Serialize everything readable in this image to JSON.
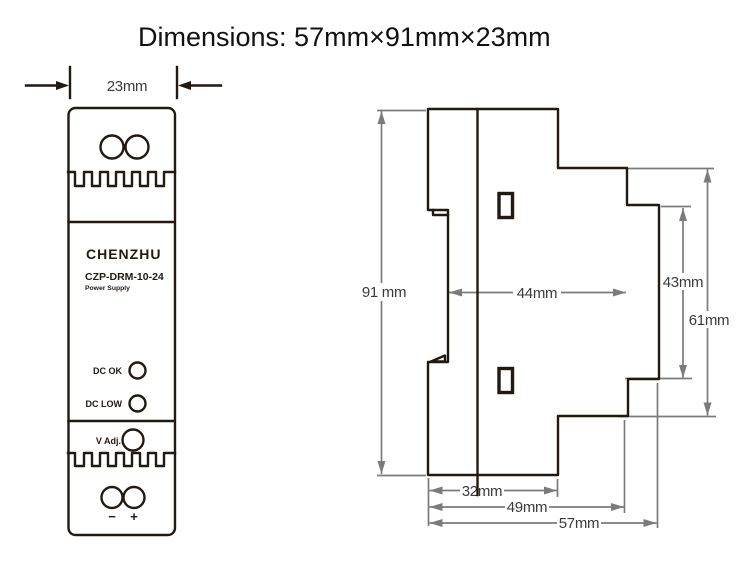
{
  "title": "Dimensions: 57mm×91mm×23mm",
  "front_view": {
    "width_label": "23mm",
    "brand": "CHENZHU",
    "model": "CZP-DRM-10-24",
    "product_type": "Power Supply",
    "led_ok_label": "DC OK",
    "led_low_label": "DC LOW",
    "adjust_label": "V Adj.",
    "terminal_minus": "−",
    "terminal_plus": "+"
  },
  "side_view": {
    "height_label": "91 mm",
    "depth_mid_label": "44mm",
    "depth_43_label": "43mm",
    "depth_61_label": "61mm",
    "width_32_label": "32mm",
    "width_49_label": "49mm",
    "width_57_label": "57mm"
  },
  "colors": {
    "outline": "#221910",
    "dimension_gray": "#7b7b7b",
    "label_text": "#3a3a3a",
    "background": "#ffffff"
  }
}
